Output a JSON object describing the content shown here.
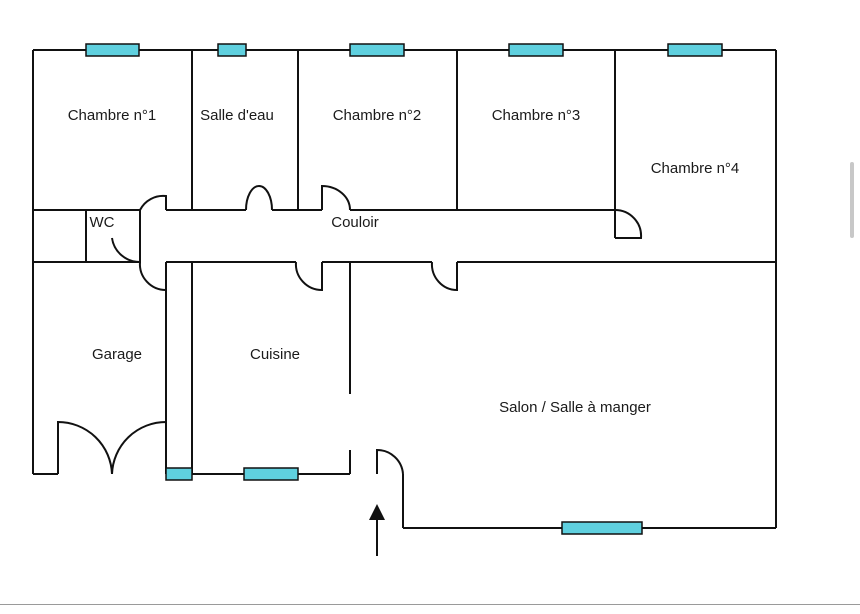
{
  "plan": {
    "rooms": [
      {
        "id": "chambre-1",
        "label": "Chambre n°1"
      },
      {
        "id": "salle-eau",
        "label": "Salle d'eau"
      },
      {
        "id": "chambre-2",
        "label": "Chambre n°2"
      },
      {
        "id": "chambre-3",
        "label": "Chambre n°3"
      },
      {
        "id": "chambre-4",
        "label": "Chambre n°4"
      },
      {
        "id": "wc",
        "label": "WC"
      },
      {
        "id": "couloir",
        "label": "Couloir"
      },
      {
        "id": "garage",
        "label": "Garage"
      },
      {
        "id": "cuisine",
        "label": "Cuisine"
      },
      {
        "id": "salon",
        "label": "Salon / Salle à manger"
      }
    ],
    "colors": {
      "wall": "#111111",
      "window": "#5fd0df",
      "background": "#ffffff"
    },
    "entrance_icon": "arrow-up-icon"
  }
}
